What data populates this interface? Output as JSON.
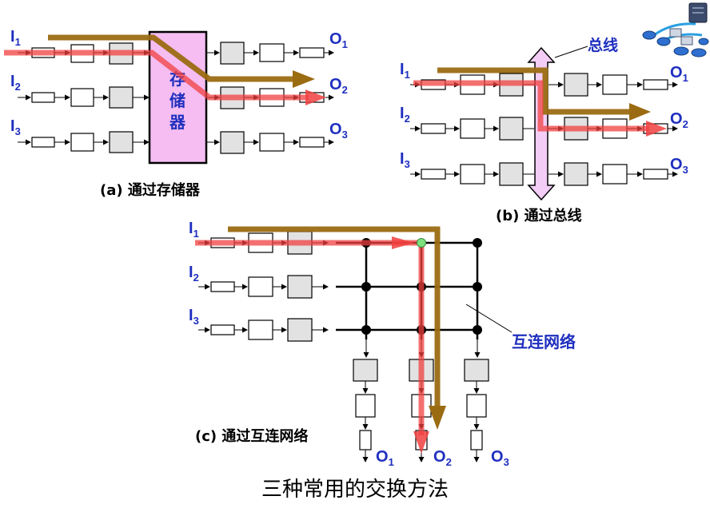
{
  "diagram": {
    "caption": "三种常用的交换方法",
    "panel_a": {
      "caption": "(a) 通过存储器",
      "memory_label": [
        "存",
        "储",
        "器"
      ],
      "inputs": [
        "I1",
        "I2",
        "I3"
      ],
      "outputs": [
        "O1",
        "O2",
        "O3"
      ]
    },
    "panel_b": {
      "caption": "(b) 通过总线",
      "bus_label": "总线",
      "inputs": [
        "I1",
        "I2",
        "I3"
      ],
      "outputs": [
        "O1",
        "O2",
        "O3"
      ]
    },
    "panel_c": {
      "caption": "(c) 通过互连网络",
      "network_label": "互连网络",
      "inputs": [
        "I1",
        "I2",
        "I3"
      ],
      "outputs": [
        "O1",
        "O2",
        "O3"
      ]
    },
    "colors": {
      "label_blue": "#1f2fbf",
      "arrow_brown": "#9b6b12",
      "arrow_red": "#f04040",
      "memory_fill": "#f5bdf2",
      "bus_fill": "#f3cdf6",
      "crosspoint_active": "#7ee07e"
    },
    "icons": [
      "network-decoration-icon"
    ]
  }
}
